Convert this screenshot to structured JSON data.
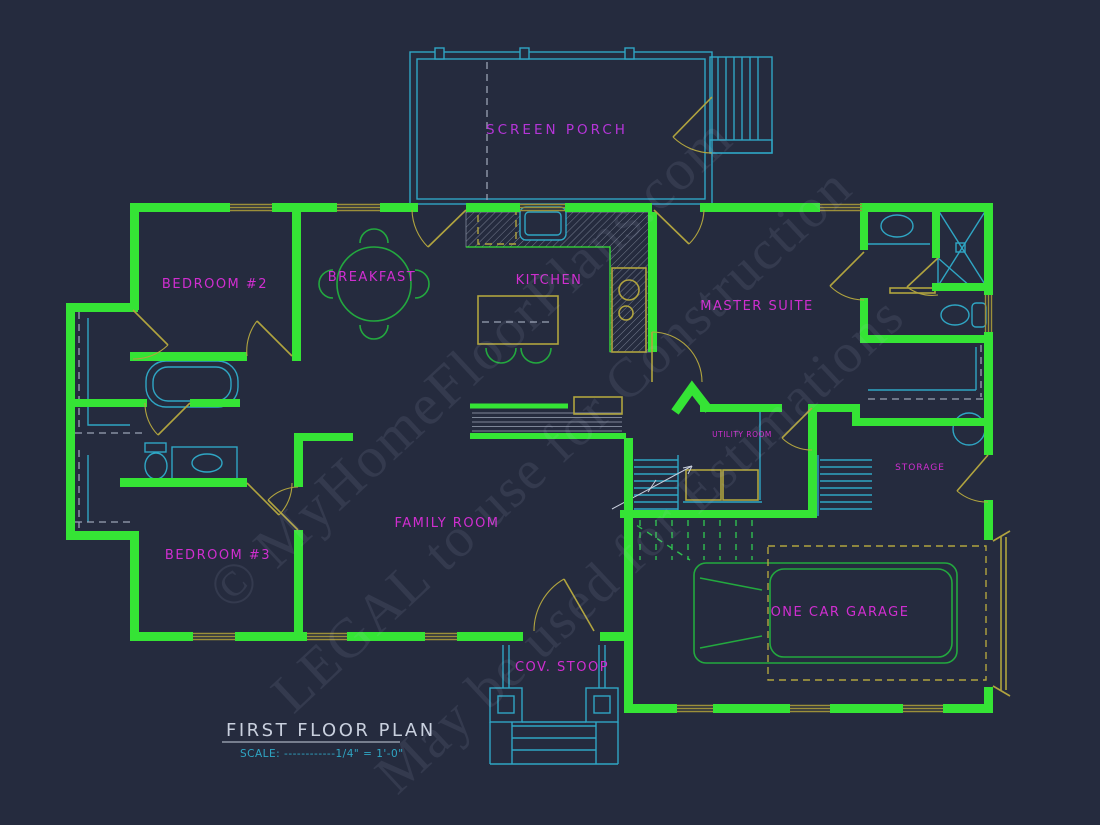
{
  "page": {
    "background": "#252b3e"
  },
  "colors": {
    "wall_green": "#35e435",
    "line_cyan": "#2fa6c4",
    "line_yellow": "#b1a43f",
    "window_olive": "#9c8f3a",
    "label_magenta": "#d02ed0",
    "label_purple": "#b535d8",
    "furniture_green": "#23a93f",
    "hatch_gray": "#7e8698",
    "dash_gray": "#9aa2b4",
    "title_gray": "#c9d0de",
    "watermark": "rgba(186,196,222,0.10)"
  },
  "title_block": {
    "title": "FIRST FLOOR PLAN",
    "scale": "SCALE: ------------1/4\" = 1'-0\""
  },
  "watermark": {
    "line1": "© MyHomeFloorPlans.com",
    "line2": "LEGAL to use for Construction",
    "line3": "May be used for Estimations"
  },
  "rooms": {
    "screen_porch": {
      "label": "SCREEN PORCH"
    },
    "bedroom_2": {
      "label": "BEDROOM #2"
    },
    "breakfast": {
      "label": "BREAKFAST"
    },
    "kitchen": {
      "label": "KITCHEN"
    },
    "master_suite": {
      "label": "MASTER SUITE"
    },
    "family_room": {
      "label": "FAMILY ROOM"
    },
    "utility_room": {
      "label": "UTILITY ROOM"
    },
    "storage": {
      "label": "STORAGE"
    },
    "one_car_garage": {
      "label": "ONE CAR GARAGE"
    },
    "bedroom_3": {
      "label": "BEDROOM #3"
    },
    "cov_stoop": {
      "label": "COV. STOOP"
    }
  }
}
